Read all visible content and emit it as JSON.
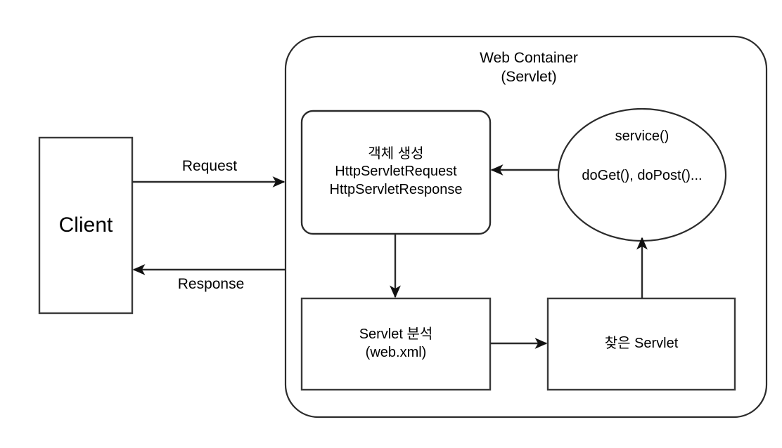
{
  "diagram": {
    "title": "Web Container (Servlet) servlet request handling flow",
    "background": "#ffffff",
    "stroke": "#2b2b2b",
    "text_color": "#000000"
  },
  "container": {
    "name": "web-container",
    "title_line1": "Web Container",
    "title_line2": "(Servlet)",
    "shape": "rounded-rectangle"
  },
  "nodes": {
    "client": {
      "label": "Client",
      "shape": "rectangle"
    },
    "create_objects": {
      "line1": "객체 생성",
      "line2": "HttpServletRequest",
      "line3": "HttpServletResponse",
      "shape": "rounded-rectangle"
    },
    "service": {
      "line1": "service()",
      "line2": "doGet(), doPost()...",
      "shape": "ellipse"
    },
    "servlet_analysis": {
      "line1": "Servlet 분석",
      "line2": "(web.xml)",
      "shape": "rectangle"
    },
    "found_servlet": {
      "label": "찾은 Servlet",
      "shape": "rectangle"
    }
  },
  "edges": {
    "request": {
      "label": "Request",
      "from": "client",
      "to": "web-container",
      "direction": "right"
    },
    "response": {
      "label": "Response",
      "from": "web-container",
      "to": "client",
      "direction": "left"
    },
    "service_to_create_objects": {
      "label": "",
      "from": "service",
      "to": "create-objects",
      "direction": "left"
    },
    "create_objects_to_analysis": {
      "label": "",
      "from": "create-objects",
      "to": "servlet-analysis",
      "direction": "down"
    },
    "analysis_to_found": {
      "label": "",
      "from": "servlet-analysis",
      "to": "found-servlet",
      "direction": "right"
    },
    "found_to_service": {
      "label": "",
      "from": "found-servlet",
      "to": "service",
      "direction": "up"
    }
  }
}
